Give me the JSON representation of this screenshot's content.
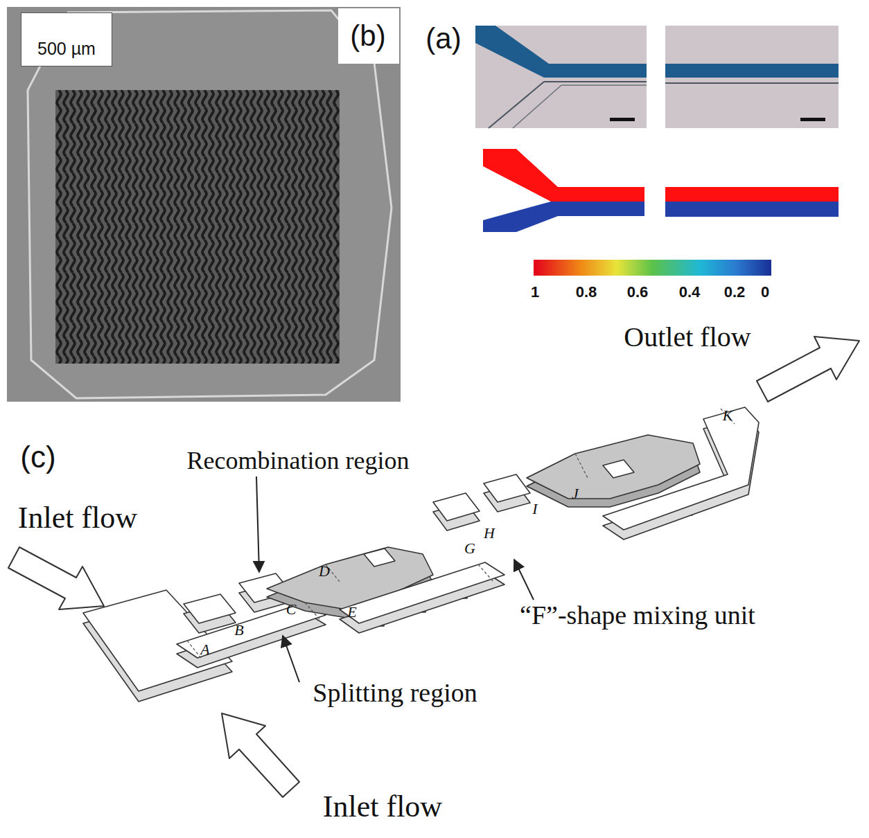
{
  "diagram": {
    "nodes": [
      {
        "text": [
          "500 µm"
        ]
      }
    ],
    "labels": [
      "(b)",
      "(a)",
      "1",
      "0.8",
      "0.6",
      "0.4",
      "0.2",
      "0",
      "Outlet flow",
      "(c)",
      "Recombination region",
      "K",
      "J",
      "I",
      "H",
      "G",
      "D",
      "Inlet flow",
      "B",
      "C",
      "E",
      "“F”-shape mixing unit",
      "A",
      "Splitting region",
      "Inlet flow"
    ]
  }
}
